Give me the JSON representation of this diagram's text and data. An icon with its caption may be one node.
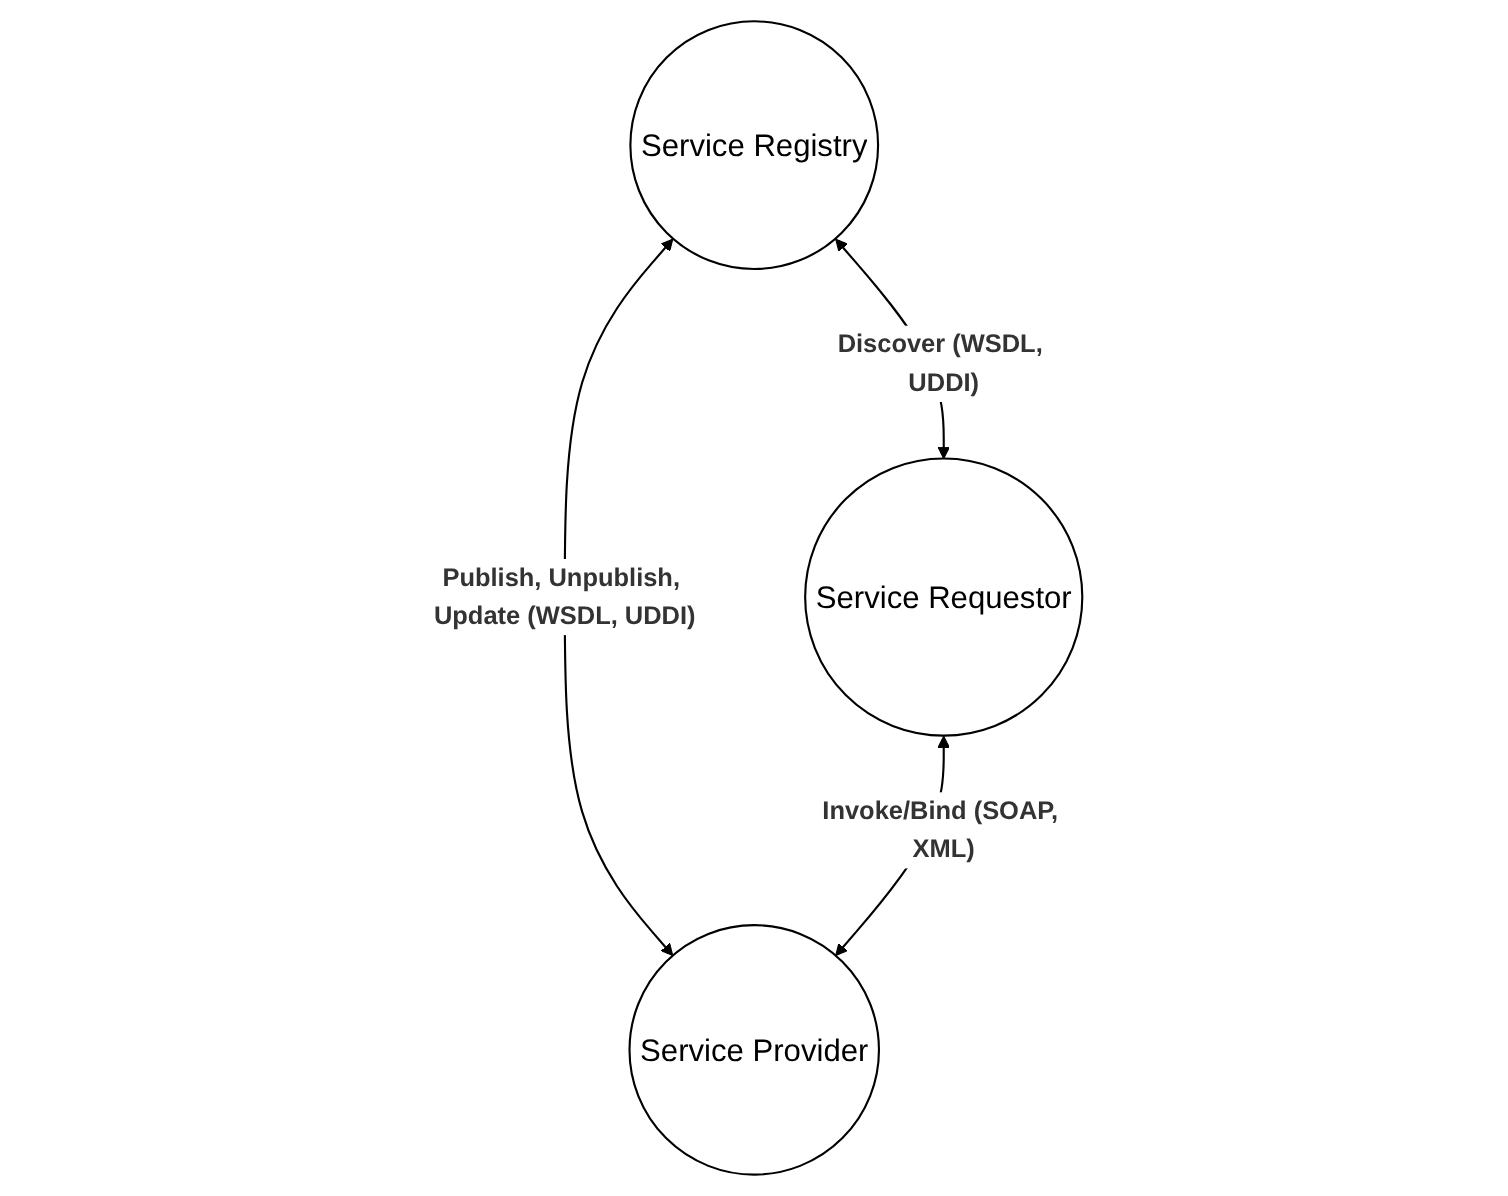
{
  "diagram": {
    "nodes": [
      {
        "text": [
          "Service Registry"
        ]
      },
      {
        "text": [
          "Service Requestor"
        ]
      },
      {
        "text": [
          "Service Provider"
        ]
      }
    ],
    "edges": [
      {
        "from": 0,
        "to": 1,
        "arrow": "both",
        "label": "Discover (WSDL, UDDI)"
      },
      {
        "from": 0,
        "to": 2,
        "arrow": "both",
        "label": "Publish, Unpublish, Update (WSDL, UDDI)"
      },
      {
        "from": 1,
        "to": 2,
        "arrow": "both",
        "label": "Invoke/Bind (SOAP, XML)"
      }
    ]
  }
}
